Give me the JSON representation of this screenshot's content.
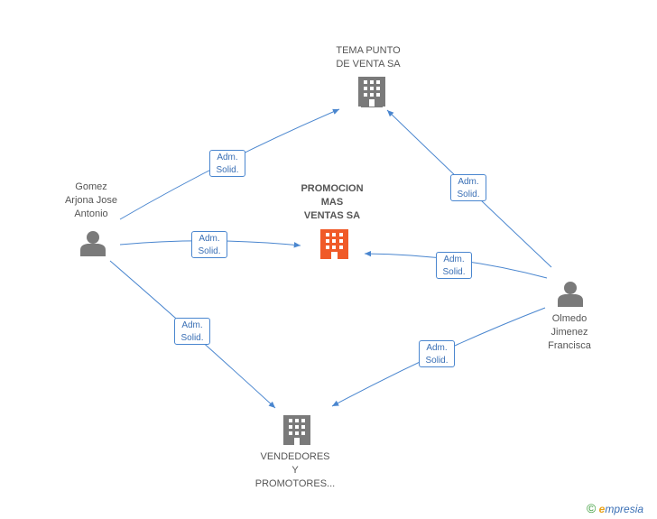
{
  "nodes": {
    "tema": {
      "lines": [
        "TEMA PUNTO",
        "DE VENTA SA"
      ]
    },
    "promocion": {
      "lines": [
        "PROMOCION",
        "MAS",
        "VENTAS SA"
      ]
    },
    "vendedores": {
      "lines": [
        "VENDEDORES",
        "Y",
        "PROMOTORES..."
      ]
    },
    "gomez": {
      "lines": [
        "Gomez",
        "Arjona Jose",
        "Antonio"
      ]
    },
    "olmedo": {
      "lines": [
        "Olmedo",
        "Jimenez",
        "Francisca"
      ]
    }
  },
  "edges": [
    {
      "line1": "Adm.",
      "line2": "Solid."
    },
    {
      "line1": "Adm.",
      "line2": "Solid."
    },
    {
      "line1": "Adm.",
      "line2": "Solid."
    },
    {
      "line1": "Adm.",
      "line2": "Solid."
    },
    {
      "line1": "Adm.",
      "line2": "Solid."
    },
    {
      "line1": "Adm.",
      "line2": "Solid."
    }
  ],
  "colors": {
    "edge": "#4a86cf",
    "building": "#7a7a7a",
    "building_main": "#f05a28",
    "person": "#7a7a7a"
  },
  "brand": {
    "copyright": "©",
    "initial": "e",
    "name": "mpresia"
  }
}
